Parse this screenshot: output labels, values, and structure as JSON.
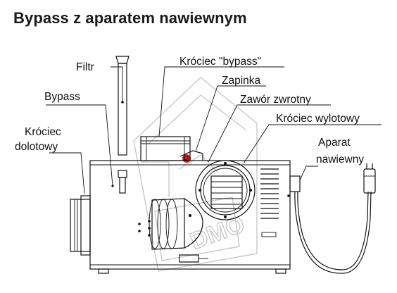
{
  "title": "Bypass z aparatem nawiewnym",
  "labels": {
    "filtr": "Filtr",
    "krociec_bypass": "Króciec \"bypass\"",
    "zapinka": "Zapinka",
    "zawor": "Zawór zwrotny",
    "bypass": "Bypass",
    "wylotowy": "Króciec wylotowy",
    "dolotowy_1": "Króciec",
    "dolotowy_2": "dolotowy",
    "aparat_1": "Aparat",
    "aparat_2": "nawiewny"
  },
  "watermark": {
    "text": "DMO",
    "color": "#c9c9c9",
    "accent": "#e02020"
  }
}
